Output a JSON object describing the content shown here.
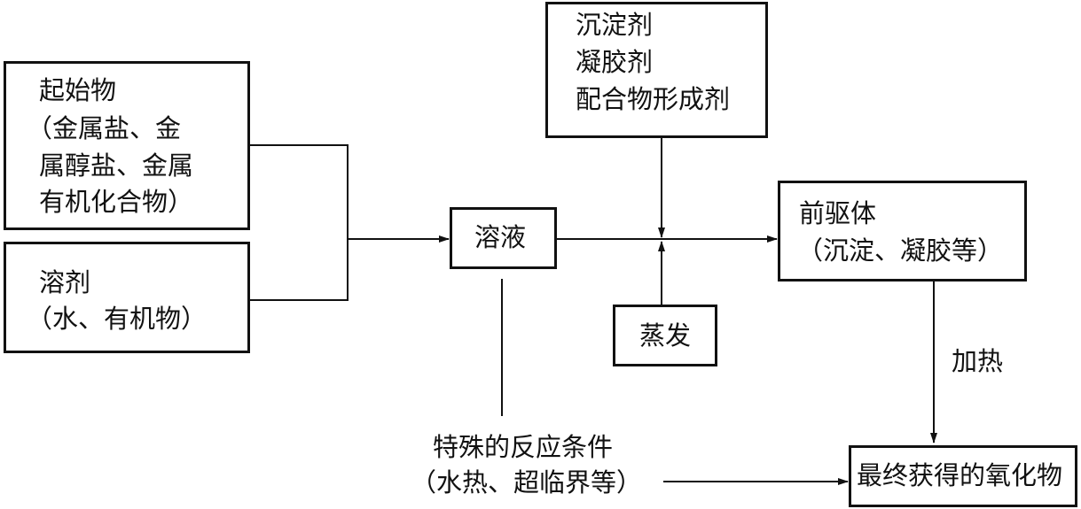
{
  "nodes": {
    "start_material": {
      "lines": [
        "起始物",
        "（金属盐、金",
        "属醇盐、金属",
        "有机化合物）"
      ]
    },
    "solvent": {
      "lines": [
        "溶剂",
        "（水、有机物）"
      ]
    },
    "solution": {
      "label": "溶液"
    },
    "reagents": {
      "lines": [
        "沉淀剂",
        "凝胶剂",
        "配合物形成剂"
      ]
    },
    "evaporation": {
      "label": "蒸发"
    },
    "precursor": {
      "lines": [
        "前驱体",
        "（沉淀、凝胶等）"
      ]
    },
    "final_oxide": {
      "label": "最终获得的氧化物"
    },
    "special_conditions": {
      "lines": [
        "特殊的反应条件",
        "（水热、超临界等）"
      ]
    }
  },
  "edge_labels": {
    "heating": "加热"
  },
  "colors": {
    "stroke": "#111111",
    "background": "#ffffff"
  }
}
